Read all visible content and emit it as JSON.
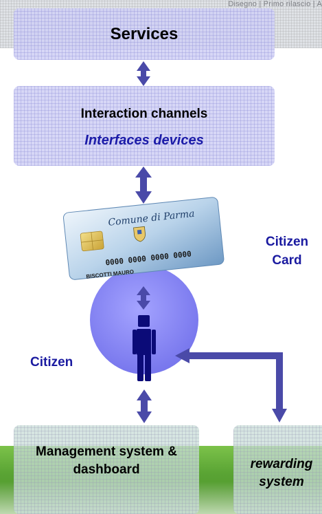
{
  "header": {
    "strip_text": "Disegno | Primo rilascio | A"
  },
  "services": {
    "label": "Services"
  },
  "interaction": {
    "title": "Interaction channels",
    "subtitle": "Interfaces devices"
  },
  "card": {
    "issuer": "Comune di Parma",
    "number": "0000 0000 0000 0000",
    "holder": "BISCOTTI MAURO",
    "label": "Citizen Card"
  },
  "citizen": {
    "label": "Citizen"
  },
  "management": {
    "label": "Management system & dashboard"
  },
  "rewarding": {
    "label": "rewarding system"
  },
  "colors": {
    "box_fill": "#d2d2f5",
    "arrow": "#4a4aa8",
    "circle": "#8a89f2",
    "person": "#0b0b78",
    "label_blue": "#1a1aa0",
    "green_band": "#5aa434"
  }
}
